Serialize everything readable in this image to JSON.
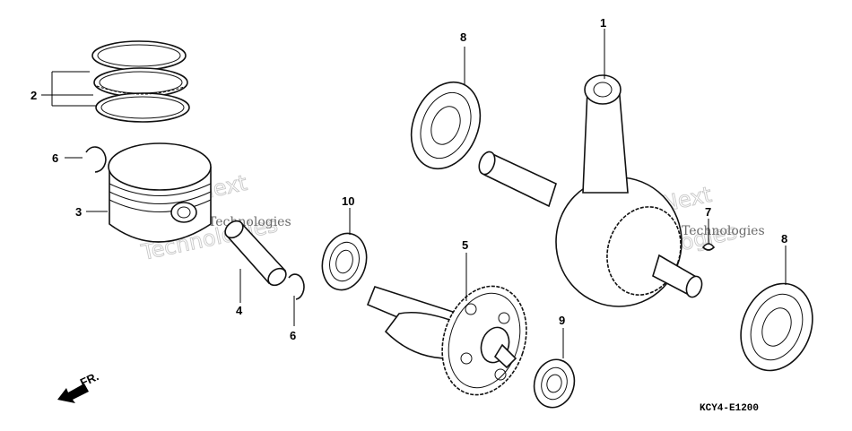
{
  "diagram": {
    "callouts": [
      {
        "id": "crankshaft",
        "label": "1"
      },
      {
        "id": "piston-ring-set",
        "label": "2"
      },
      {
        "id": "piston",
        "label": "3"
      },
      {
        "id": "piston-pin",
        "label": "4"
      },
      {
        "id": "balancer-shaft",
        "label": "5"
      },
      {
        "id": "pin-clip-upper",
        "label": "6"
      },
      {
        "id": "pin-clip-lower",
        "label": "6"
      },
      {
        "id": "woodruff-key",
        "label": "7"
      },
      {
        "id": "bearing-upper",
        "label": "8"
      },
      {
        "id": "bearing-right",
        "label": "8"
      },
      {
        "id": "bearing-small",
        "label": "9"
      },
      {
        "id": "bearing-balancer",
        "label": "10"
      }
    ],
    "diagram_code": "KCY4-E1200",
    "direction_label": "FR.",
    "watermark": {
      "brand": "Next",
      "text": "Technologies"
    }
  }
}
